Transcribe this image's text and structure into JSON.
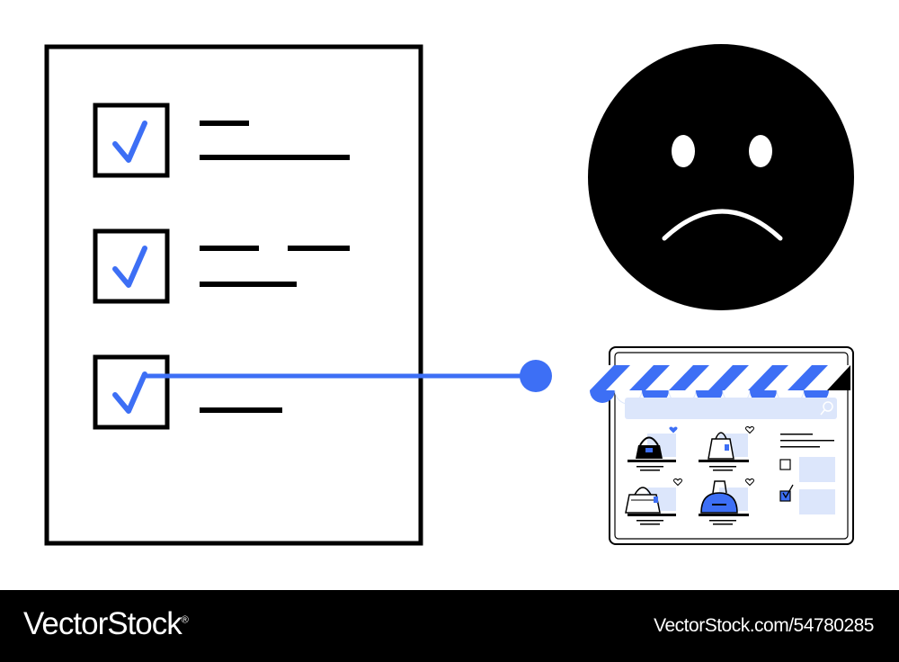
{
  "colors": {
    "accent": "#3d6ff5",
    "light_accent": "#dce6fb",
    "ink": "#000000",
    "background": "#ffffff"
  },
  "checklist": {
    "items": [
      {
        "checked": true
      },
      {
        "checked": true
      },
      {
        "checked": true
      }
    ]
  },
  "face": {
    "expression": "sad"
  },
  "store": {
    "products": [
      {
        "icon": "handbag-icon",
        "favorite": true
      },
      {
        "icon": "shopping-bag-icon",
        "favorite": false
      },
      {
        "icon": "tote-bag-icon",
        "favorite": false
      },
      {
        "icon": "duffel-bag-icon",
        "favorite": false
      }
    ],
    "filters": [
      {
        "checked": false
      },
      {
        "checked": true
      }
    ]
  },
  "footer": {
    "brand": "VectorStock",
    "registered_mark": "®",
    "stock_id": "VectorStock.com/54780285"
  }
}
